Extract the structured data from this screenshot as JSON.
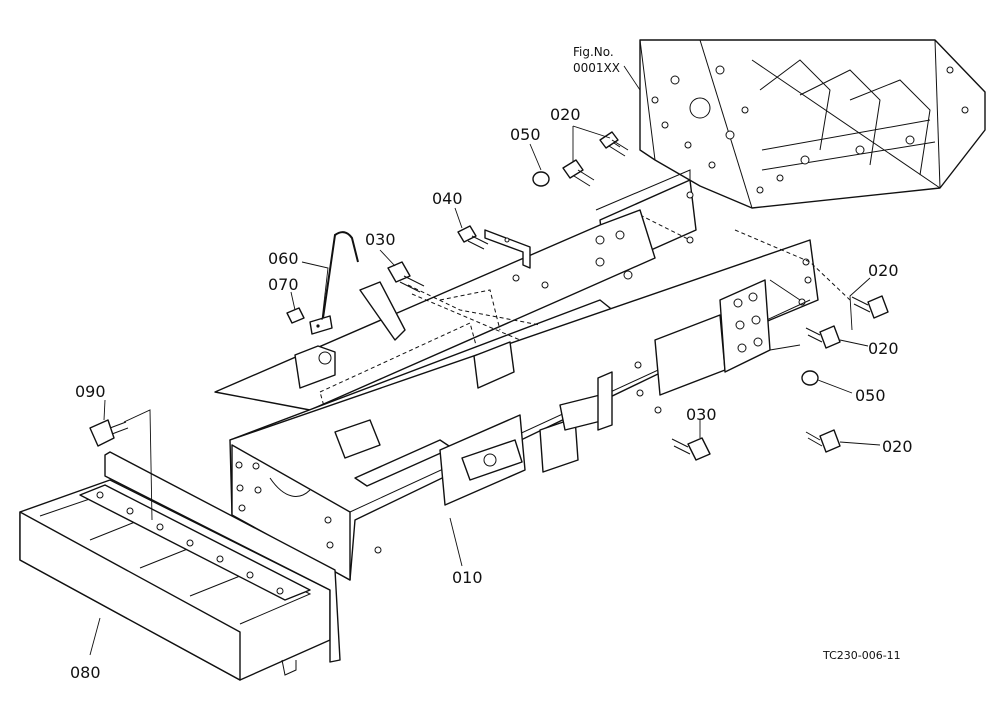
{
  "figure": {
    "fig_no_label": "Fig.No.",
    "fig_no_value": "0001XX",
    "drawing_code": "TC230-006-11"
  },
  "callouts": [
    {
      "id": "c010",
      "text": "010"
    },
    {
      "id": "c020a",
      "text": "020"
    },
    {
      "id": "c020b",
      "text": "020"
    },
    {
      "id": "c020c",
      "text": "020"
    },
    {
      "id": "c020d",
      "text": "020"
    },
    {
      "id": "c030a",
      "text": "030"
    },
    {
      "id": "c030b",
      "text": "030"
    },
    {
      "id": "c040",
      "text": "040"
    },
    {
      "id": "c050a",
      "text": "050"
    },
    {
      "id": "c050b",
      "text": "050"
    },
    {
      "id": "c060",
      "text": "060"
    },
    {
      "id": "c070",
      "text": "070"
    },
    {
      "id": "c080",
      "text": "080"
    },
    {
      "id": "c090",
      "text": "090"
    }
  ]
}
